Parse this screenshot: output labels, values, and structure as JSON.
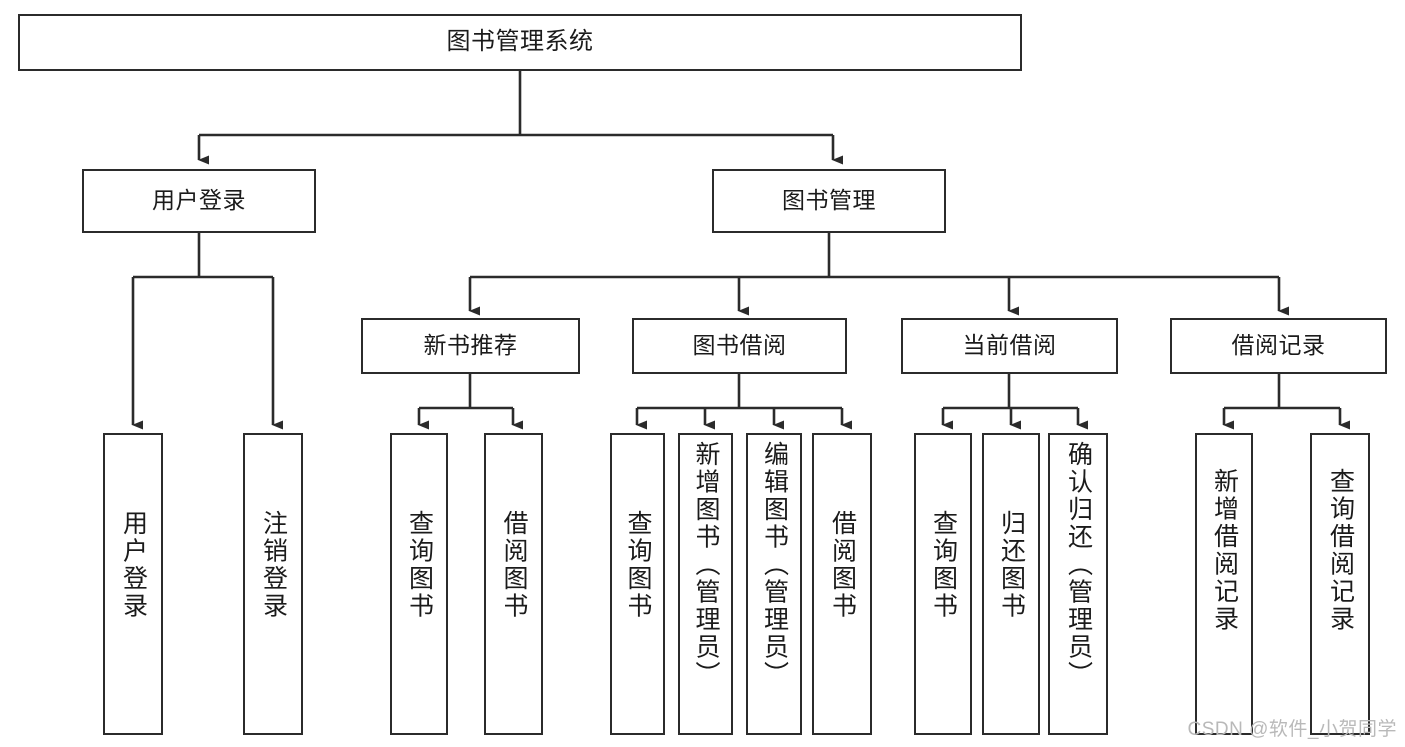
{
  "diagram": {
    "type": "tree",
    "title": "图书管理系统",
    "stroke_color": "#2b2b2b",
    "background_color": "#ffffff",
    "text_color": "#1b1b1b",
    "levels": [
      {
        "level": 1,
        "nodes": [
          {
            "id": "root",
            "label": "图书管理系统",
            "orientation": "horizontal"
          }
        ]
      },
      {
        "level": 2,
        "nodes": [
          {
            "id": "login",
            "label": "用户登录",
            "orientation": "horizontal",
            "parent": "root"
          },
          {
            "id": "bookmgmt",
            "label": "图书管理",
            "orientation": "horizontal",
            "parent": "root"
          }
        ]
      },
      {
        "level": 3,
        "nodes": [
          {
            "id": "newbook",
            "label": "新书推荐",
            "orientation": "horizontal",
            "parent": "bookmgmt"
          },
          {
            "id": "borrow",
            "label": "图书借阅",
            "orientation": "horizontal",
            "parent": "bookmgmt"
          },
          {
            "id": "current",
            "label": "当前借阅",
            "orientation": "horizontal",
            "parent": "bookmgmt"
          },
          {
            "id": "records",
            "label": "借阅记录",
            "orientation": "horizontal",
            "parent": "bookmgmt"
          }
        ]
      },
      {
        "level": 4,
        "nodes": [
          {
            "id": "leaf-user-login",
            "label": "用户登录",
            "orientation": "vertical",
            "parent": "login"
          },
          {
            "id": "leaf-user-logout",
            "label": "注销登录",
            "orientation": "vertical",
            "parent": "login"
          },
          {
            "id": "leaf-newbook-query",
            "label": "查询图书",
            "orientation": "vertical",
            "parent": "newbook"
          },
          {
            "id": "leaf-newbook-borrow",
            "label": "借阅图书",
            "orientation": "vertical",
            "parent": "newbook"
          },
          {
            "id": "leaf-borrow-query",
            "label": "查询图书",
            "orientation": "vertical",
            "parent": "borrow"
          },
          {
            "id": "leaf-borrow-add",
            "label": "新增图书（管理员）",
            "orientation": "vertical",
            "parent": "borrow"
          },
          {
            "id": "leaf-borrow-edit",
            "label": "编辑图书（管理员）",
            "orientation": "vertical",
            "parent": "borrow"
          },
          {
            "id": "leaf-borrow-lend",
            "label": "借阅图书",
            "orientation": "vertical",
            "parent": "borrow"
          },
          {
            "id": "leaf-current-query",
            "label": "查询图书",
            "orientation": "vertical",
            "parent": "current"
          },
          {
            "id": "leaf-current-return",
            "label": "归还图书",
            "orientation": "vertical",
            "parent": "current"
          },
          {
            "id": "leaf-current-confirm",
            "label": "确认归还（管理员）",
            "orientation": "vertical",
            "parent": "current"
          },
          {
            "id": "leaf-records-add",
            "label": "新增借阅记录",
            "orientation": "vertical",
            "parent": "records"
          },
          {
            "id": "leaf-records-query",
            "label": "查询借阅记录",
            "orientation": "vertical",
            "parent": "records"
          }
        ]
      }
    ]
  },
  "watermark": {
    "text": "CSDN @软件_小贺同学"
  }
}
